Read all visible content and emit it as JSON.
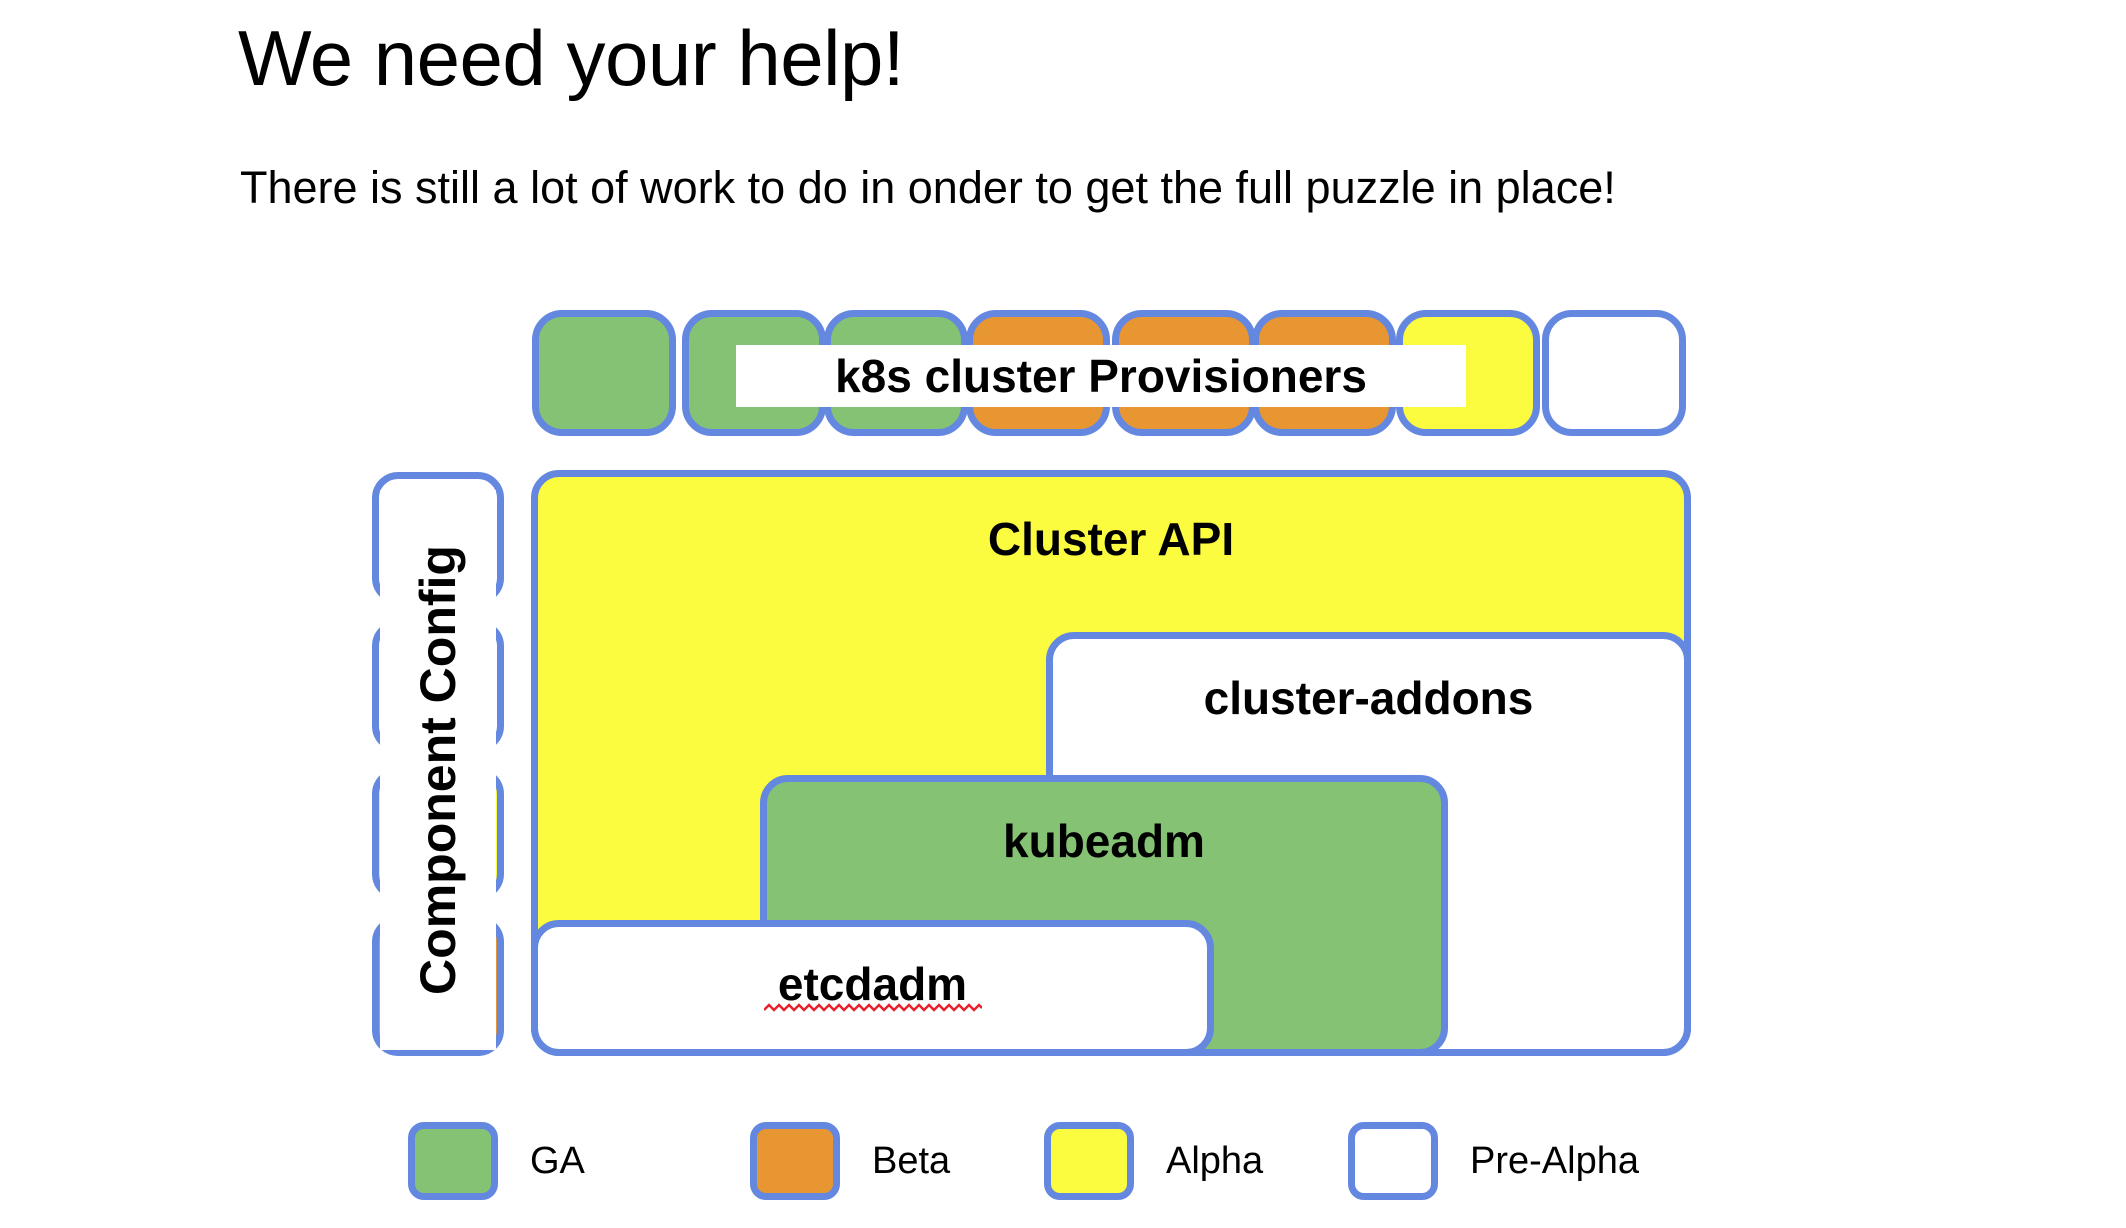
{
  "slide": {
    "title": "We need your help!",
    "subtitle": "There is still a lot of work to do in onder to get the full puzzle in place!",
    "background_color": "#ffffff"
  },
  "colors": {
    "border_blue": "#6487e0",
    "ga_green": "#85c273",
    "beta_orange": "#e89632",
    "alpha_yellow": "#fbfb3f",
    "prealpha_white": "#ffffff",
    "text_black": "#000000",
    "spellcheck_red": "#e8202a"
  },
  "diagram": {
    "provisioners": {
      "label": "k8s cluster Provisioners",
      "tiles": [
        {
          "maturity": "GA",
          "color": "#85c273"
        },
        {
          "maturity": "GA",
          "color": "#85c273"
        },
        {
          "maturity": "GA",
          "color": "#85c273"
        },
        {
          "maturity": "Beta",
          "color": "#e89632"
        },
        {
          "maturity": "Beta",
          "color": "#e89632"
        },
        {
          "maturity": "Beta",
          "color": "#e89632"
        },
        {
          "maturity": "Alpha",
          "color": "#fbfb3f"
        },
        {
          "maturity": "Pre-Alpha",
          "color": "#ffffff"
        }
      ]
    },
    "component_config": {
      "label": "Component Config",
      "tiles": [
        {
          "maturity": "Pre-Alpha",
          "color": "#ffffff"
        },
        {
          "maturity": "Pre-Alpha",
          "color": "#ffffff"
        },
        {
          "maturity": "Alpha",
          "color": "#fbfb3f"
        },
        {
          "maturity": "Beta",
          "color": "#e89632"
        }
      ]
    },
    "components": [
      {
        "key": "cluster_api",
        "label": "Cluster API",
        "maturity": "Alpha",
        "color": "#fbfb3f",
        "spellcheck_flag": false
      },
      {
        "key": "cluster_addons",
        "label": "cluster-addons",
        "maturity": "Pre-Alpha",
        "color": "#ffffff",
        "spellcheck_flag": false
      },
      {
        "key": "kubeadm",
        "label": "kubeadm",
        "maturity": "GA",
        "color": "#85c273",
        "spellcheck_flag": false
      },
      {
        "key": "etcdadm",
        "label": "etcdadm",
        "maturity": "Pre-Alpha",
        "color": "#ffffff",
        "spellcheck_flag": true
      }
    ]
  },
  "legend": {
    "items": [
      {
        "label": "GA",
        "color": "#85c273"
      },
      {
        "label": "Beta",
        "color": "#e89632"
      },
      {
        "label": "Alpha",
        "color": "#fbfb3f"
      },
      {
        "label": "Pre-Alpha",
        "color": "#ffffff"
      }
    ]
  }
}
